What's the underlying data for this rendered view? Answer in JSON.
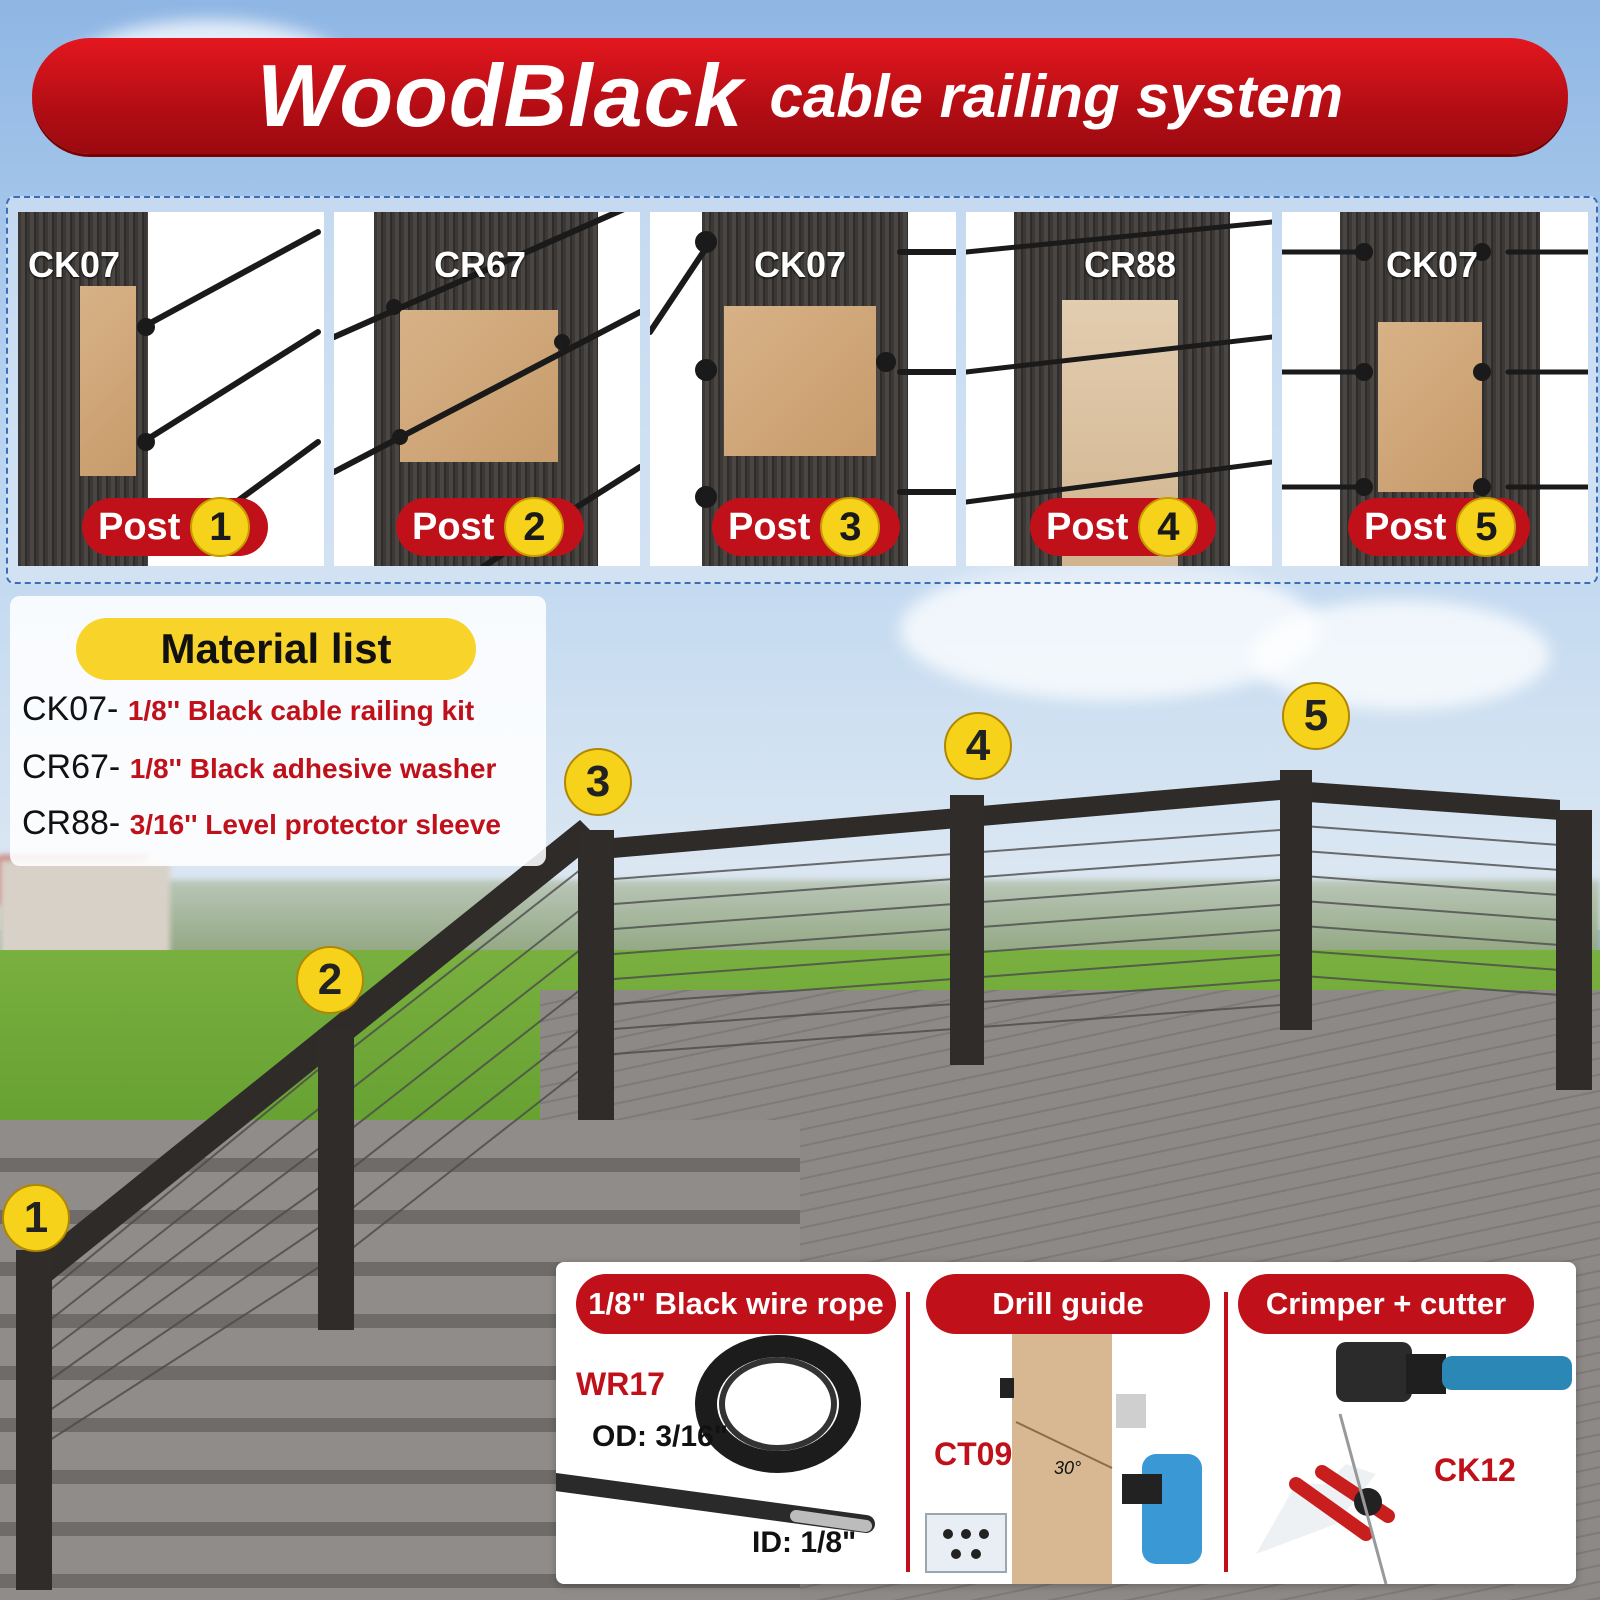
{
  "header": {
    "brand": "WoodBlack",
    "subtitle": "cable railing system"
  },
  "posts": [
    {
      "code": "CK07",
      "label": "Post",
      "number": "1"
    },
    {
      "code": "CR67",
      "label": "Post",
      "number": "2"
    },
    {
      "code": "CK07",
      "label": "Post",
      "number": "3"
    },
    {
      "code": "CR88",
      "label": "Post",
      "number": "4"
    },
    {
      "code": "CK07",
      "label": "Post",
      "number": "5"
    }
  ],
  "material_list": {
    "title": "Material list",
    "items": [
      {
        "code": "CK07-",
        "desc": "1/8'' Black cable railing kit"
      },
      {
        "code": "CR67-",
        "desc": "1/8'' Black adhesive washer"
      },
      {
        "code": "CR88-",
        "desc": "3/16'' Level protector sleeve"
      }
    ]
  },
  "markers": [
    "1",
    "2",
    "3",
    "4",
    "5"
  ],
  "tools": {
    "wire_rope": {
      "title": "1/8\" Black wire rope",
      "code": "WR17",
      "od": "OD: 3/16\"",
      "id": "ID: 1/8\""
    },
    "drill_guide": {
      "title": "Drill guide",
      "code": "CT09",
      "angle": "30°"
    },
    "crimper": {
      "title": "Crimper + cutter",
      "code": "CK12"
    }
  },
  "colors": {
    "brand_red": "#c0101a",
    "accent_yellow": "#f6d21a"
  }
}
